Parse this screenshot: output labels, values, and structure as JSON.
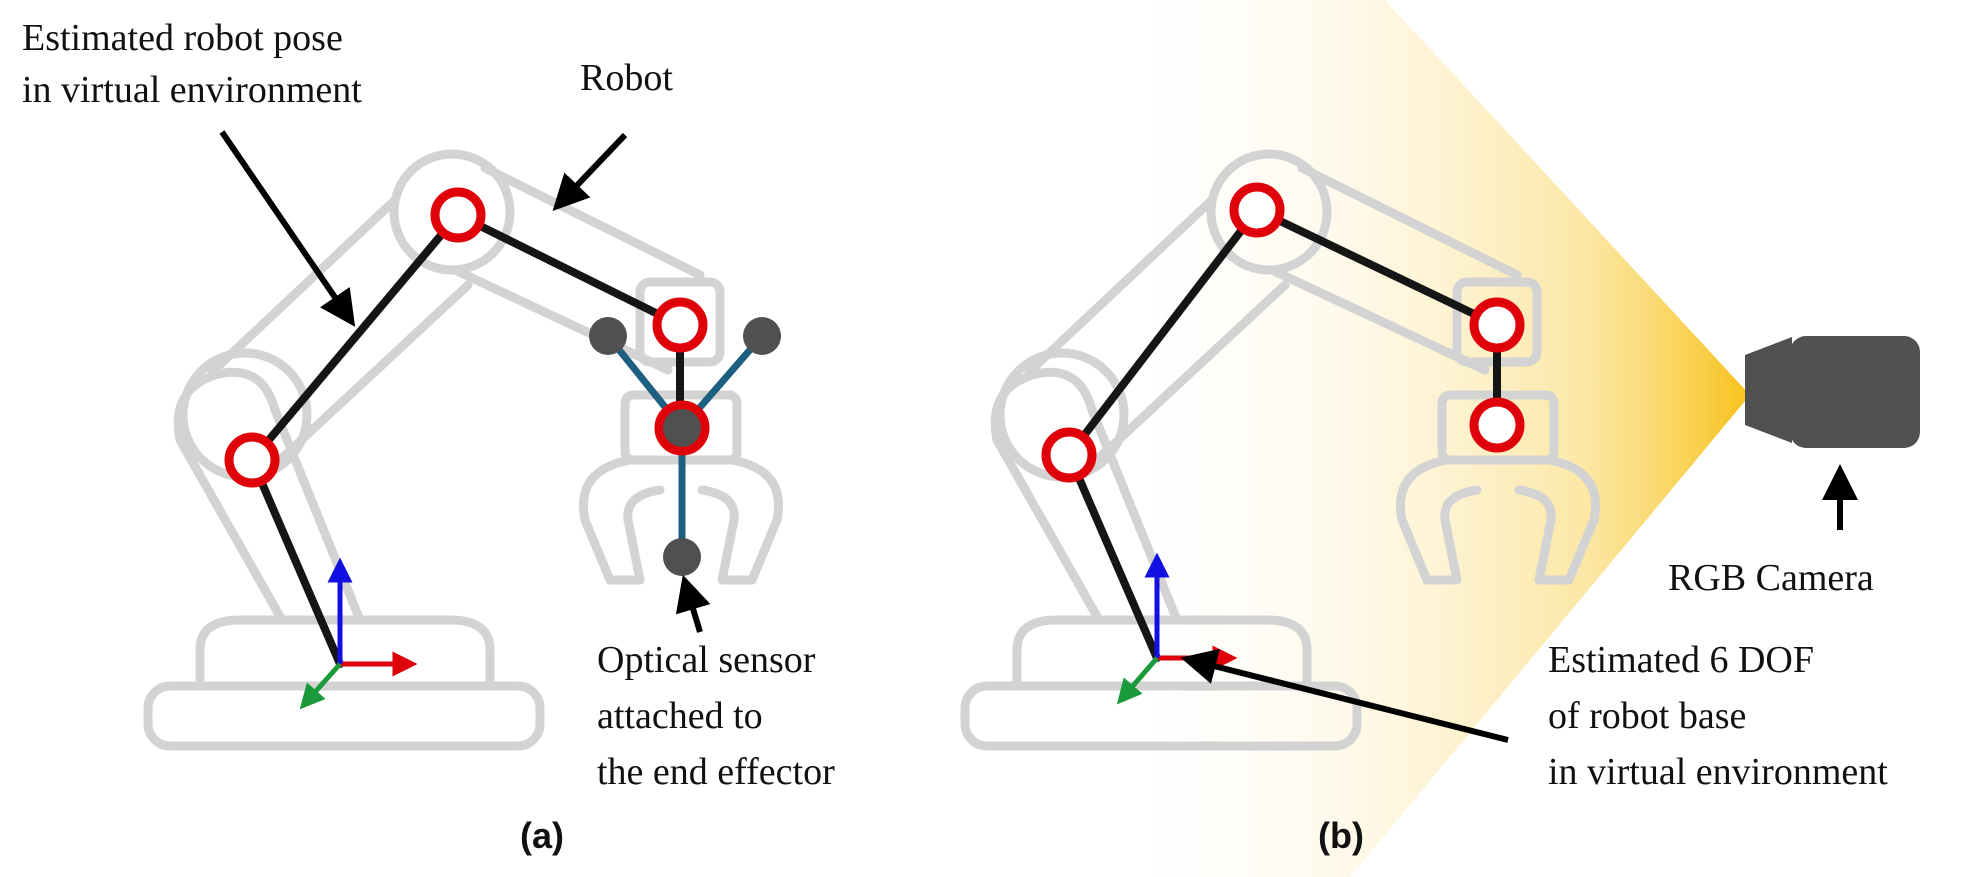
{
  "panel_a": {
    "label_pose": [
      "Estimated robot pose",
      "in virtual environment"
    ],
    "label_robot": "Robot",
    "label_sensor": [
      "Optical sensor",
      "attached to",
      "the end effector"
    ],
    "caption": "(a)"
  },
  "panel_b": {
    "label_camera": "RGB Camera",
    "label_base": [
      "Estimated 6 DOF",
      "of robot base",
      "in virtual environment"
    ],
    "caption": "(b)"
  },
  "colors": {
    "joint": "#e0000a",
    "ghost_robot": "#d3d3d3",
    "sensor_link": "#1d5f80",
    "axis_x": "#e0000a",
    "axis_y": "#1a9a3a",
    "axis_z": "#1010e0",
    "camera_body": "#505050",
    "camera_beam": "#f7c21a"
  }
}
